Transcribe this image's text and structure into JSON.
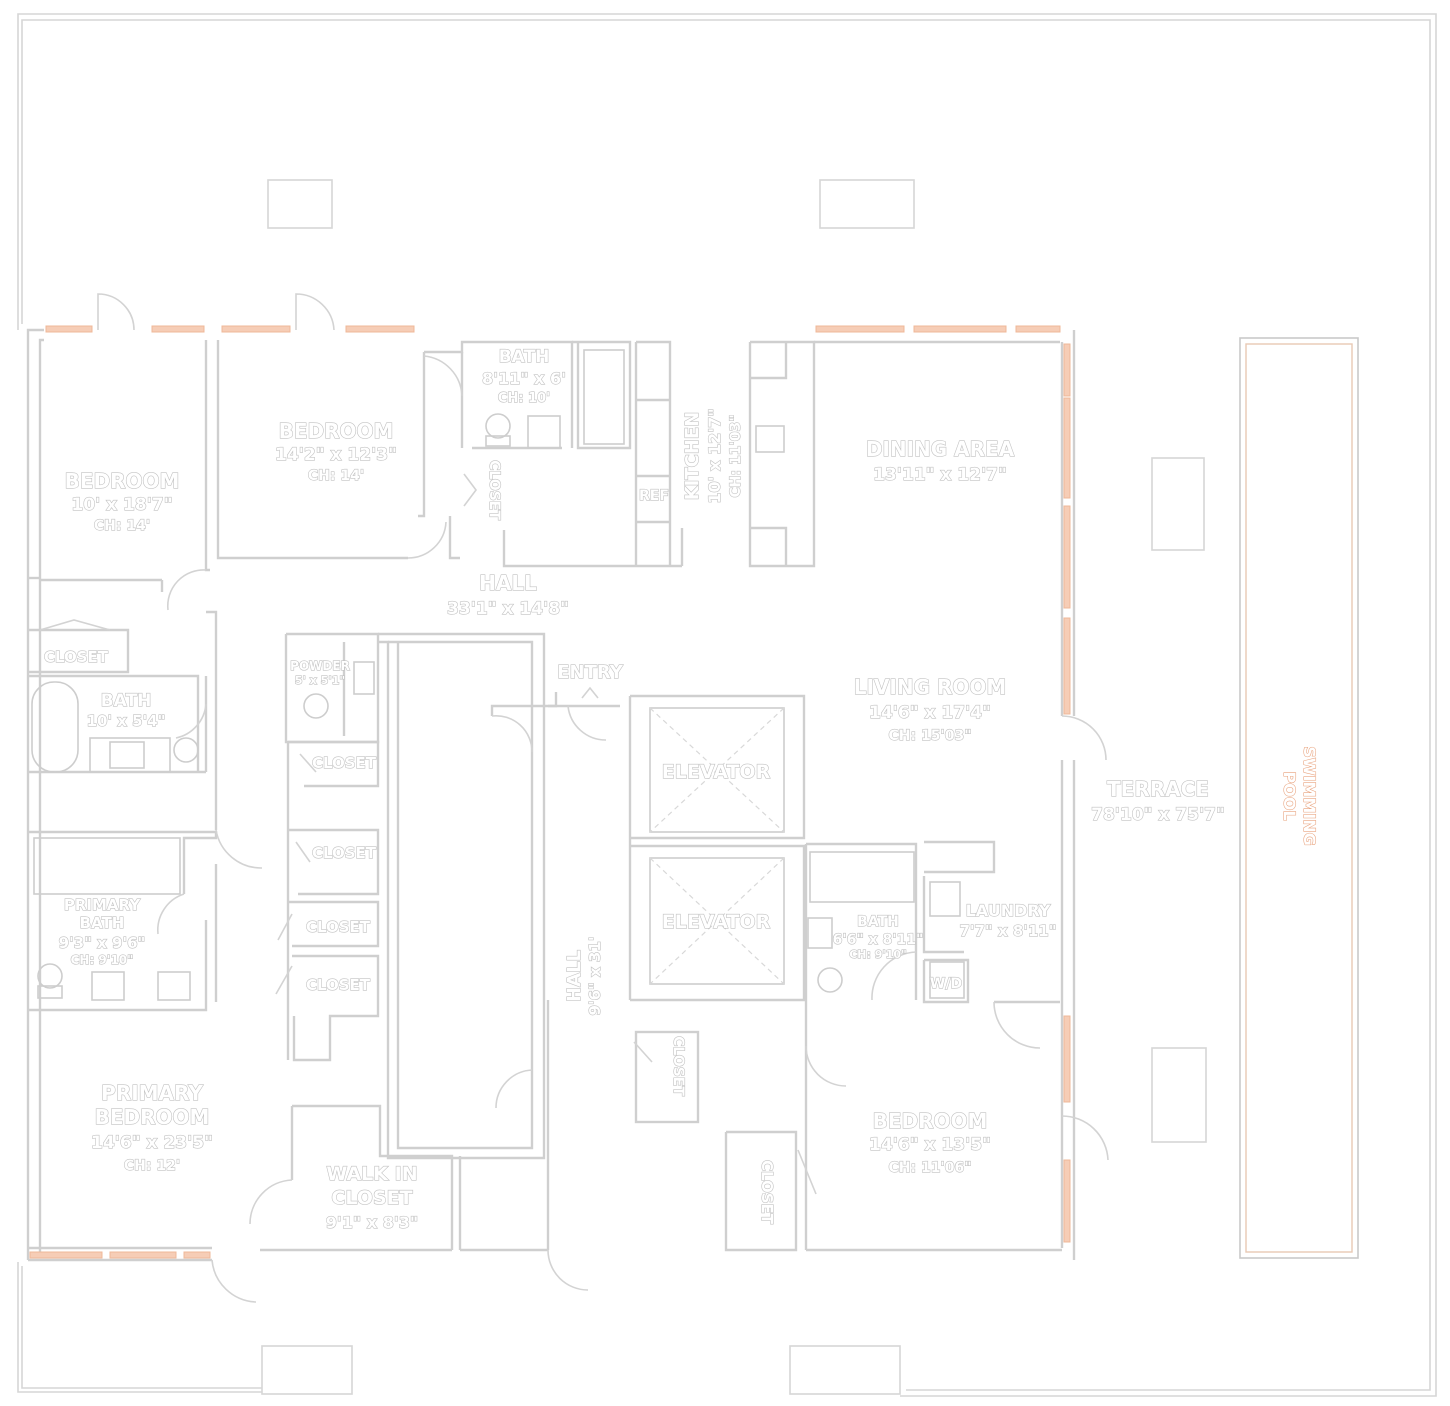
{
  "rooms": {
    "bedroom_2": {
      "name": "BEDROOM",
      "dims": "10' x 18'7\"",
      "ch": "CH: 14'"
    },
    "bedroom_3": {
      "name": "BEDROOM",
      "dims": "14'2\" x 12'3\"",
      "ch": "CH: 14'"
    },
    "bath_top": {
      "name": "BATH",
      "dims": "8'11\" x 6'",
      "ch": "CH: 10'"
    },
    "closet_top": {
      "name": "CLOSET"
    },
    "ref": {
      "name": "REF"
    },
    "kitchen": {
      "name": "KITCHEN",
      "dims": "10' x 12'7\"",
      "ch": "CH: 11'03\""
    },
    "dining": {
      "name": "DINING AREA",
      "dims": "13'11\" x 12'7\""
    },
    "hall_main": {
      "name": "HALL",
      "dims": "33'1\" x 14'8\""
    },
    "closet_left": {
      "name": "CLOSET"
    },
    "bath_left": {
      "name": "BATH",
      "dims": "10' x 5'4\""
    },
    "powder": {
      "name": "POWDER",
      "dims": "5' x 5'1\""
    },
    "entry": {
      "name": "ENTRY"
    },
    "living": {
      "name": "LIVING ROOM",
      "dims": "14'6\" x 17'4\"",
      "ch": "CH: 15'03\""
    },
    "elevator_1": {
      "name": "ELEVATOR"
    },
    "elevator_2": {
      "name": "ELEVATOR"
    },
    "terrace": {
      "name": "TERRACE",
      "dims": "78'10\" x 75'7\""
    },
    "pool": {
      "line1": "SWIMMING",
      "line2": "POOL"
    },
    "closet_a": {
      "name": "CLOSET"
    },
    "closet_b": {
      "name": "CLOSET"
    },
    "closet_c": {
      "name": "CLOSET"
    },
    "closet_d": {
      "name": "CLOSET"
    },
    "primary_bath": {
      "name1": "PRIMARY",
      "name2": "BATH",
      "dims": "9'3\" x 9'6\"",
      "ch": "CH: 9'10\""
    },
    "bath_right": {
      "name": "BATH",
      "dims": "6'6\" x 8'11\"",
      "ch": "CH: 9'10\""
    },
    "laundry": {
      "name": "LAUNDRY",
      "dims": "7'7\" x 8'11\""
    },
    "wd": {
      "name": "W/D"
    },
    "hall_vert": {
      "name": "HALL",
      "dims": "9'6\" x 31'"
    },
    "closet_hall": {
      "name": "CLOSET"
    },
    "primary_bed": {
      "name1": "PRIMARY",
      "name2": "BEDROOM",
      "dims": "14'6\" x 23'5\"",
      "ch": "CH: 12'"
    },
    "walkin": {
      "name1": "WALK IN",
      "name2": "CLOSET",
      "dims": "9'1\" x 8'3\""
    },
    "bedroom_4": {
      "name": "BEDROOM",
      "dims": "14'6\" x 13'5\"",
      "ch": "CH: 11'06\""
    },
    "closet_bed4": {
      "name": "CLOSET"
    }
  },
  "colors": {
    "wall": "#cfcfcf",
    "window": "#f6cdb6",
    "pool_label": "#e8a07a"
  }
}
